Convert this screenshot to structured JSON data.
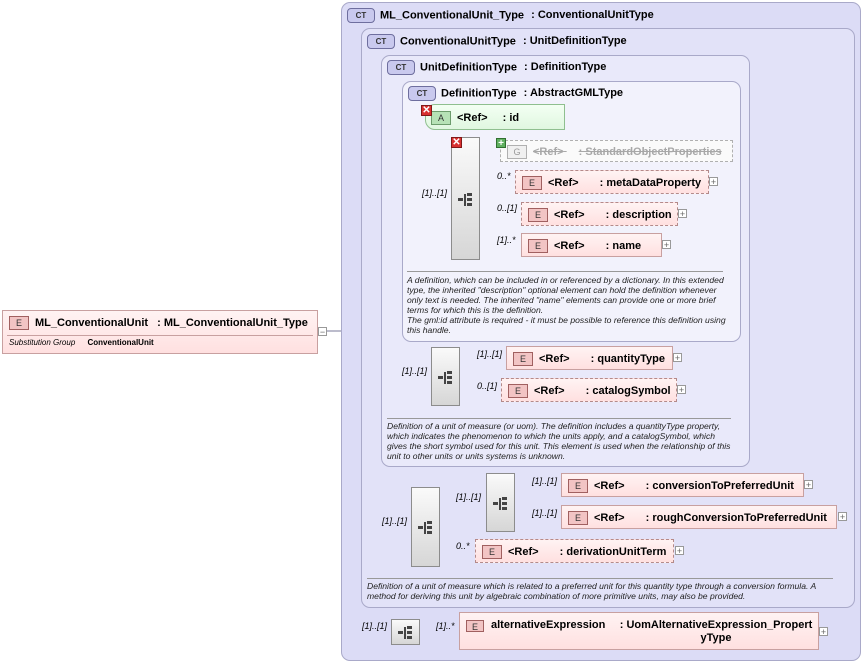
{
  "root": {
    "badge": "E",
    "name": "ML_ConventionalUnit",
    "type": ": ML_ConventionalUnit_Type",
    "subst_label": "Substitution Group",
    "subst_value": "ConventionalUnit"
  },
  "ct1": {
    "badge": "CT",
    "name": "ML_ConventionalUnit_Type",
    "type": ": ConventionalUnitType"
  },
  "ct2": {
    "badge": "CT",
    "name": "ConventionalUnitType",
    "type": ": UnitDefinitionType",
    "doc": "Definition of a unit of measure which is related to a preferred unit for this quantity type through a conversion formula.  A method for deriving this unit by algebraic combination of more primitive units, may also be provided."
  },
  "ct3": {
    "badge": "CT",
    "name": "UnitDefinitionType",
    "type": ": DefinitionType",
    "doc": "Definition of a unit of measure (or uom). The definition includes a quantityType property, which indicates the phenomenon to which the units apply, and a catalogSymbol, which gives the short symbol used for this unit. This element is used when the relationship of this unit to other units or units systems is unknown."
  },
  "ct4": {
    "badge": "CT",
    "name": "DefinitionType",
    "type": ": AbstractGMLType",
    "doc": "A definition, which can be included in or referenced by a dictionary. In this extended type, the inherited \"description\" optional element can hold the definition whenever only text is needed. The inherited \"name\" elements can provide one or more brief terms for which this is the definition.\nThe gml:id attribute is required - it must be possible to reference this definition using this handle."
  },
  "attr_id": {
    "badge": "A",
    "ref": "<Ref>",
    "name": ": id"
  },
  "group_sop": {
    "badge": "G",
    "ref": "<Ref>",
    "name": ": StandardObjectProperties"
  },
  "elements": {
    "metaDataProperty": {
      "badge": "E",
      "ref": "<Ref>",
      "name": ": metaDataProperty",
      "card": "0..*"
    },
    "description": {
      "badge": "E",
      "ref": "<Ref>",
      "name": ": description",
      "card": "0..[1]"
    },
    "name": {
      "badge": "E",
      "ref": "<Ref>",
      "name": ": name",
      "card": "[1]..*"
    },
    "quantityType": {
      "badge": "E",
      "ref": "<Ref>",
      "name": ": quantityType",
      "card": "[1]..[1]"
    },
    "catalogSymbol": {
      "badge": "E",
      "ref": "<Ref>",
      "name": ": catalogSymbol",
      "card": "0..[1]"
    },
    "conversionToPreferredUnit": {
      "badge": "E",
      "ref": "<Ref>",
      "name": ": conversionToPreferredUnit",
      "card": "[1]..[1]"
    },
    "roughConversionToPreferredUnit": {
      "badge": "E",
      "ref": "<Ref>",
      "name": ": roughConversionToPreferredUnit",
      "card": "[1]..[1]"
    },
    "derivationUnitTerm": {
      "badge": "E",
      "ref": "<Ref>",
      "name": ": derivationUnitTerm",
      "card": "0..*"
    },
    "alternativeExpression": {
      "badge": "E",
      "name": "alternativeExpression",
      "type": ": UomAlternativeExpression_Propert yType",
      "card": "[1]..*"
    }
  },
  "seq_cards": {
    "def_seq": "[1]..[1]",
    "unitdef_seq": "[1]..[1]",
    "conv_seq": "[1]..[1]",
    "choice_seq": "[1]..[1]",
    "alt_seq": "[1]..[1]"
  },
  "glyphs": {
    "expand": "+",
    "collapse": "−",
    "redx": "✕",
    "plus": "+"
  },
  "icons": {
    "sequence": "sequence-icon",
    "ct": "complex-type-icon"
  }
}
